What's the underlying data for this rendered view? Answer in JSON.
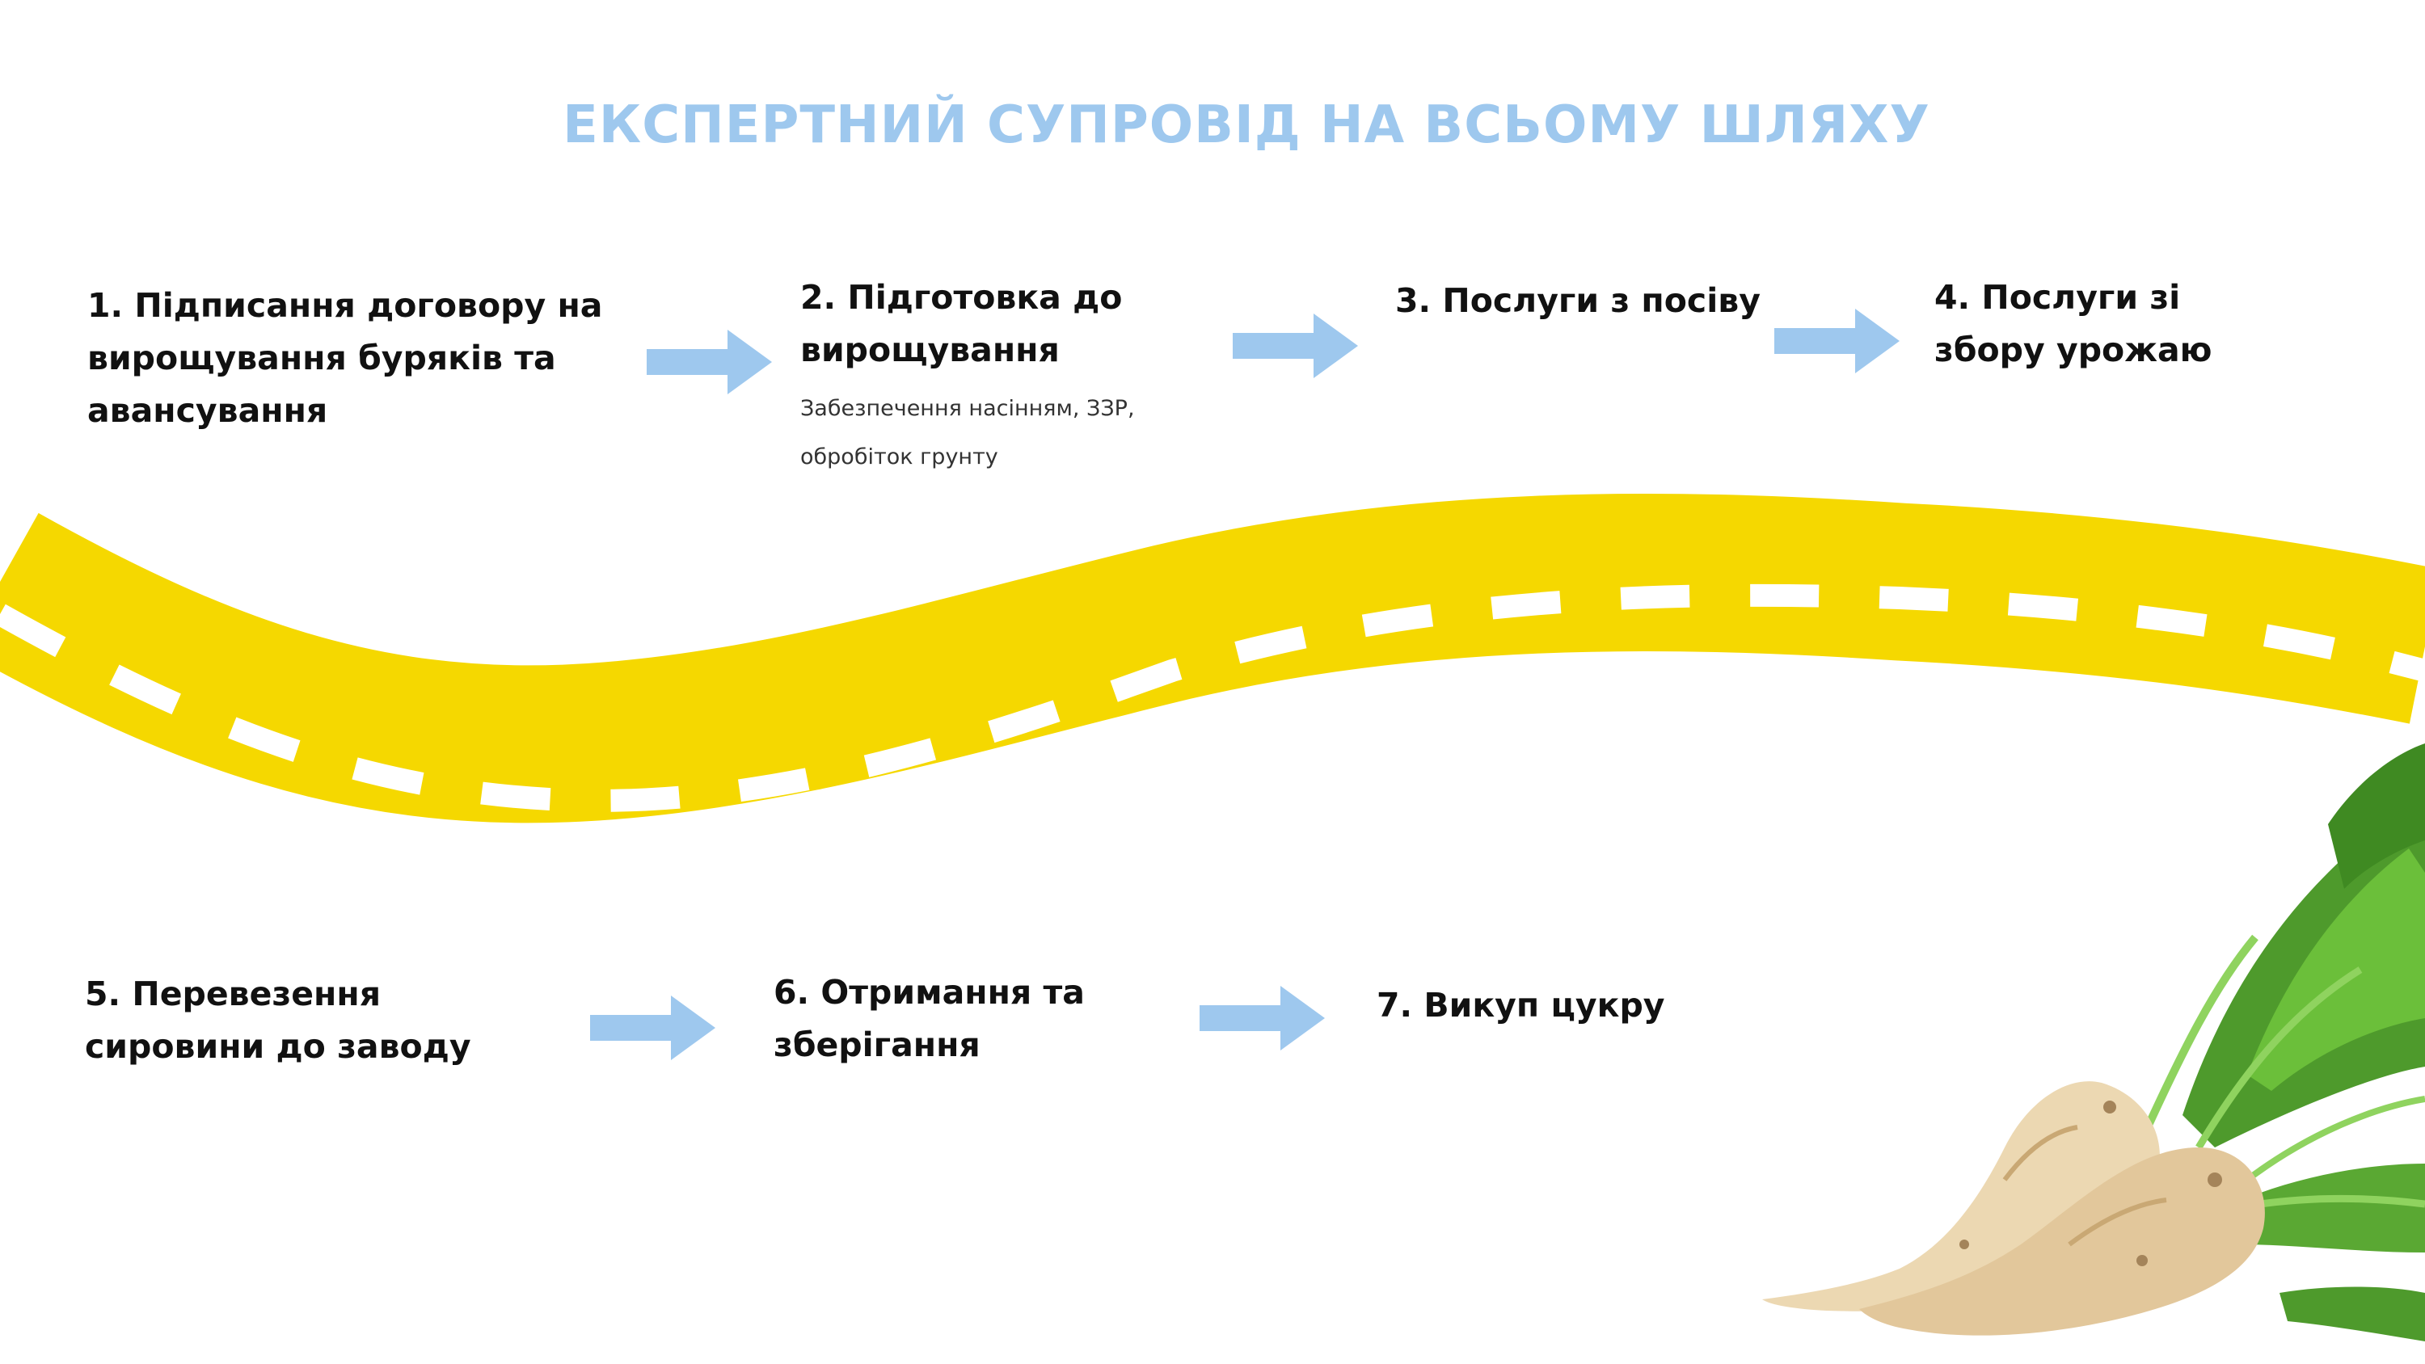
{
  "title": "ЕКСПЕРТНИЙ СУПРОВІД НА ВСЬОМУ ШЛЯХУ",
  "colors": {
    "title": "#9ec8ee",
    "arrow": "#9ec8ee",
    "road": "#f5d800",
    "road_marking": "#ffffff"
  },
  "steps": [
    {
      "label": "1. Підписання договору на вирощування буряків та авансування",
      "description": ""
    },
    {
      "label": "2. Підготовка до вирощування",
      "description": "Забезпечення насінням, ЗЗР, обробіток грунту"
    },
    {
      "label": "3. Послуги з посіву",
      "description": ""
    },
    {
      "label": "4. Послуги зі збору урожаю",
      "description": ""
    },
    {
      "label": "5. Перевезення сировини до заводу",
      "description": ""
    },
    {
      "label": "6. Отримання та зберігання",
      "description": ""
    },
    {
      "label": "7. Викуп цукру",
      "description": ""
    }
  ]
}
